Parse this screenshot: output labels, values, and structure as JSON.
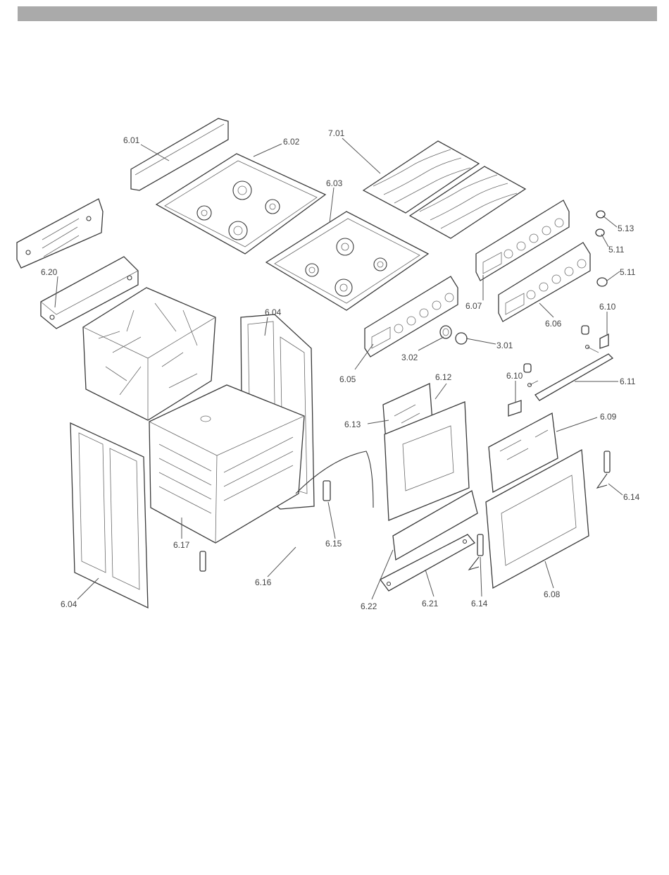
{
  "header": {
    "bar_color": "#aaaaaa"
  },
  "diagram": {
    "labels": {
      "l601": "6.01",
      "l602": "6.02",
      "l603": "6.03",
      "l701": "7.01",
      "l513": "5.13",
      "l511a": "5.11",
      "l511b": "5.11",
      "l620": "6.20",
      "l607": "6.07",
      "l606": "6.06",
      "l610a": "6.10",
      "l604a": "6.04",
      "l302": "3.02",
      "l301": "3.01",
      "l605": "6.05",
      "l612": "6.12",
      "l610b": "6.10",
      "l611": "6.11",
      "l613": "6.13",
      "l609": "6.09",
      "l614a": "6.14",
      "l617": "6.17",
      "l615": "6.15",
      "l616": "6.16",
      "l604b": "6.04",
      "l622": "6.22",
      "l621": "6.21",
      "l614b": "6.14",
      "l608": "6.08"
    }
  }
}
